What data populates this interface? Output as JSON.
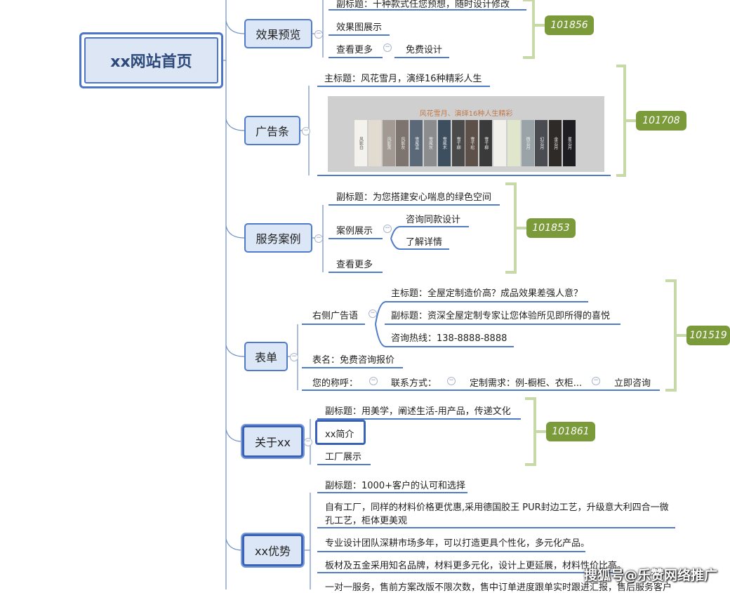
{
  "root": {
    "label": "xx网站首页"
  },
  "branches": {
    "preview": {
      "label": "效果预览",
      "subtitle": "副标题：十种款式任您预想，随时设计修改",
      "image_show": "效果图展示",
      "more": "查看更多",
      "free_design": "免费设计",
      "tag": "101856"
    },
    "banner": {
      "label": "广告条",
      "main_title": "主标题：风花雪月，演绎16种精彩人生",
      "image_caption": "风花雪月、演绎16种人生精彩",
      "tag": "101708"
    },
    "cases": {
      "label": "服务案例",
      "subtitle": "副标题：为您搭建安心喘息的绿色空间",
      "case_show": "案例展示",
      "consult": "咨询同款设计",
      "details": "了解详情",
      "more": "查看更多",
      "tag": "101853"
    },
    "form": {
      "label": "表单",
      "right_ad": "右侧广告语",
      "main_title": "主标题：全屋定制造价高？成品效果差强人意？",
      "subtitle": "副标题：资深全屋定制专家让您体验所见即所得的喜悦",
      "hotline": "咨询热线：138-8888-8888",
      "form_name": "表名：免费咨询报价",
      "name_field": "您的称呼：",
      "contact_field": "联系方式：",
      "needs_field": "定制需求：例-橱柜、衣柜...",
      "submit": "立即咨询",
      "tag": "101519"
    },
    "about": {
      "label": "关于xx",
      "subtitle": "副标题：用美学，阐述生活-用产品，传递文化",
      "intro": "xx简介",
      "factory": "工厂展示",
      "tag": "101861"
    },
    "advantages": {
      "label": "xx优势",
      "subtitle": "副标题：1000+客户的认可和选择",
      "item1_line1": "自有工厂，同样的材料价格更优惠,采用德国胶王 PUR封边工艺，升级意大利四合一微",
      "item1_line2": "孔工艺，柜体更美观",
      "item2": "专业设计团队深耕市场多年，可以打造更具个性化，多元化产品。",
      "item3": "板材及五金采用知名品牌，材料更多元化，设计上更延展，材料性价比高。",
      "item4": "一对一服务，售前方案改版不限次数，售中订单进度跟单实时跟进汇报，售后服务客户"
    }
  },
  "banner_swatches": [
    {
      "label": "风影白",
      "color": "#f4f2ec"
    },
    {
      "label": "",
      "color": "#e2dcd0"
    },
    {
      "label": "风影黑",
      "color": "#a29a93"
    },
    {
      "label": "风影灰",
      "color": "#7d7470"
    },
    {
      "label": "雪尾蓝",
      "color": "#5a6878"
    },
    {
      "label": "雪尾灰",
      "color": "#8a8c8e"
    },
    {
      "label": "雪尾木",
      "color": "#3d4e5e"
    },
    {
      "label": "雪千柳",
      "color": "#4a4a4a"
    },
    {
      "label": "雪千松",
      "color": "#5c5048"
    },
    {
      "label": "雪千柳",
      "color": "#3a3a3a"
    },
    {
      "label": "",
      "color": "#f2f0ea"
    },
    {
      "label": "",
      "color": "#dfe6cc"
    },
    {
      "label": "微云月",
      "color": "#9aa4a8"
    },
    {
      "label": "幻云月",
      "color": "#4a4c52"
    },
    {
      "label": "金云月",
      "color": "#2e2a28"
    },
    {
      "label": "星云月",
      "color": "#1e1e22"
    }
  ],
  "watermark": "搜狐号@乐赞网络推广",
  "colors": {
    "node_border": "#4f7bc9",
    "node_fill": "#dbe6f6",
    "tag_bg": "#7b9a3a",
    "bracket": "#c7d9a6"
  }
}
